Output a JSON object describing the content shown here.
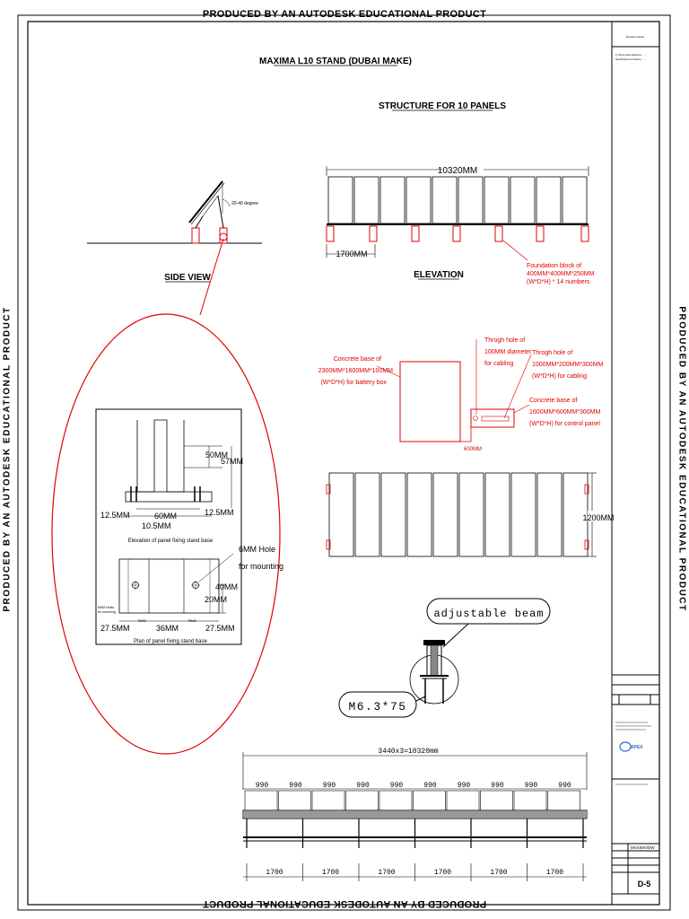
{
  "stamps": {
    "top": "PRODUCED BY AN AUTODESK EDUCATIONAL PRODUCT",
    "bottom": "PRODUCED BY AN AUTODESK EDUCATIONAL PRODUCT",
    "left": "PRODUCED BY AN AUTODESK EDUCATIONAL PRODUCT",
    "right": "PRODUCED BY AN AUTODESK EDUCATIONAL PRODUCT"
  },
  "titles": {
    "main": "MAXIMA L10 STAND (DUBAI MAKE)",
    "structure": "STRUCTURE FOR 10 PANELS",
    "side_view": "SIDE VIEW",
    "elevation": "ELEVATION"
  },
  "side_view": {
    "angle": "20-40 degree"
  },
  "elevation_view": {
    "total_width": "10320MM",
    "spacing": "1700MM",
    "foundation_note": [
      "Foundation block of",
      "400MM*400MM*250MM",
      "(W*D*H) * 14 numbers"
    ]
  },
  "detail": {
    "dim_50": "50MM",
    "dim_57": "57MM",
    "dim_12_left": "12.5MM",
    "dim_60": "60MM",
    "dim_12_right": "12.5MM",
    "dim_105": "10.5MM",
    "caption_elevation": "Elevation of panel fixing stand base",
    "hole_note": [
      "6MM Hole",
      "for mounting"
    ],
    "dim_40": "40MM",
    "dim_20": "20MM",
    "small_hole": [
      "6MM Holes",
      "for mounting"
    ],
    "dim_27_left": "27.5MM",
    "dim_36": "36MM",
    "dim_27_right": "27.5MM",
    "dim_small_left": "75MM",
    "dim_small_right": "75MM",
    "caption_plan": "Plan of panel fixing stand base"
  },
  "concrete": {
    "battery_note": [
      "Concrete base of",
      "2300MM*1600MM*100MM",
      "(W*D*H) for battery box"
    ],
    "hole_note": [
      "Throgh hole of",
      "100MM diameter",
      "for cabling"
    ],
    "hole2_note": [
      "Throgh hole of",
      "1000MM*200MM*300MM",
      "(W*D*H) for cabling"
    ],
    "panel_note": [
      "Concrete base of",
      "1600MM*600MM*300MM",
      "(W*D*H) for control panel"
    ],
    "gap": "600MM"
  },
  "plan_view": {
    "depth": "1200MM"
  },
  "beam": {
    "label": "adjustable beam",
    "bolt": "M6.3*75"
  },
  "bottom_plan": {
    "total": "3440x3=10320mm",
    "panel_widths": [
      "990",
      "990",
      "990",
      "990",
      "990",
      "990",
      "990",
      "990",
      "990",
      "990"
    ],
    "spacings": [
      "1700",
      "1700",
      "1700",
      "1700",
      "1700",
      "1700"
    ]
  },
  "title_block": {
    "header": "Revision Notes",
    "notes_line1": "1) Some panel clearance ... ...",
    "notes_line2": "Specifications to Reduce ... ...",
    "logo_text": "APEX",
    "footer_title": "MAXIMA/DW",
    "sheet_code": "D-5"
  },
  "colors": {
    "annotation": "#e00000",
    "line": "#000000",
    "logo": "#2a6fc9"
  }
}
